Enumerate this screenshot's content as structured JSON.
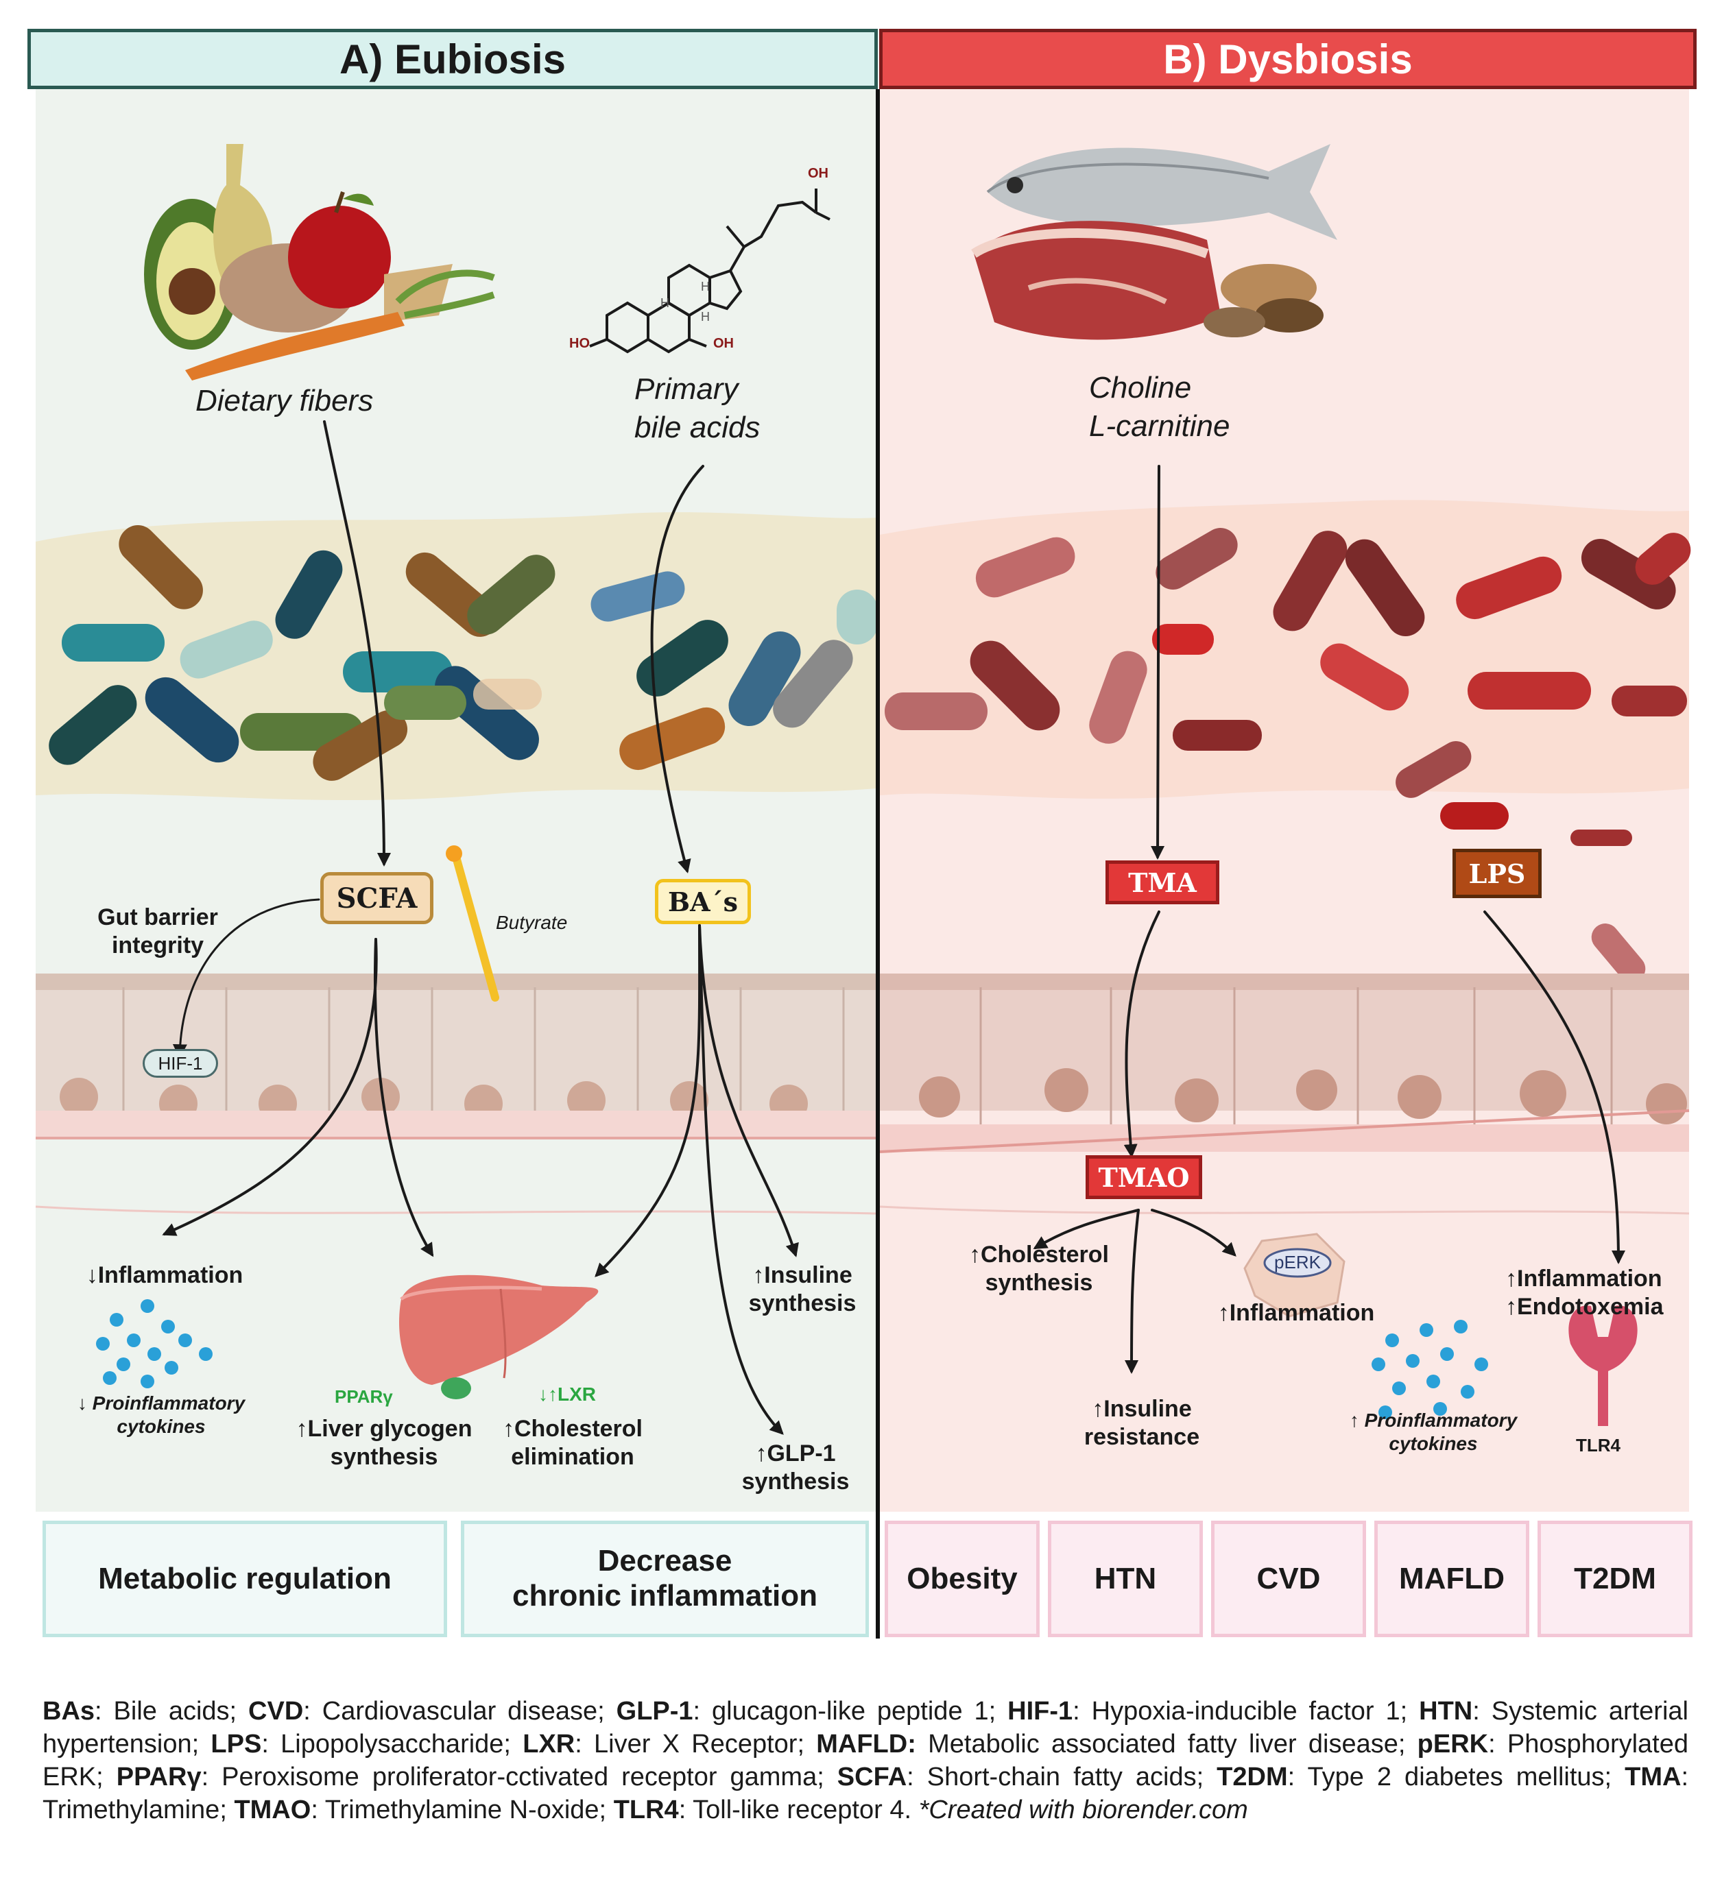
{
  "panels": {
    "left": {
      "title": "A) Eubiosis",
      "color": "#d9f1ee",
      "border": "#2a5a52"
    },
    "right": {
      "title": "B) Dysbiosis",
      "color": "#e84c4c",
      "border": "#7a1c1c"
    }
  },
  "eubiosis": {
    "sources": {
      "fibers": "Dietary fibers",
      "bile_line1": "Primary",
      "bile_line2": "bile acids"
    },
    "chem": {
      "oh_top": "OH",
      "ho_left": "HO",
      "oh_bottom": "OH",
      "h1": "H",
      "h2": "H",
      "h3": "H"
    },
    "scfa": "SCFA",
    "bas": "BA´s",
    "butyrate": "Butyrate",
    "gut_barrier_line1": "Gut barrier",
    "gut_barrier_line2": "integrity",
    "hif1": "HIF-1",
    "inflammation": "↓Inflammation",
    "proinflam_line1": "↓ Proinflammatory",
    "proinflam_line2": "cytokines",
    "ppar": "PPARγ",
    "liver_line1": "↑Liver glycogen",
    "liver_line2": "synthesis",
    "lxr": "↓↑LXR",
    "chol_line1": "↑Cholesterol",
    "chol_line2": "elimination",
    "insulin_line1": "↑Insuline",
    "insulin_line2": "synthesis",
    "glp_line1": "↑GLP-1",
    "glp_line2": "synthesis"
  },
  "dysbiosis": {
    "source_line1": "Choline",
    "source_line2": "L-carnitine",
    "tma": "TMA",
    "lps": "LPS",
    "tmao": "TMAO",
    "chol_line1": "↑Cholesterol",
    "chol_line2": "synthesis",
    "perk": "pERK",
    "inflammation": "↑Inflammation",
    "insulin_line1": "↑Insuline",
    "insulin_line2": "resistance",
    "proinflam_line1": "↑ Proinflammatory",
    "proinflam_line2": "cytokines",
    "inflam2": "↑Inflammation",
    "endotox": "↑Endotoxemia",
    "tlr4": "TLR4"
  },
  "outcomes": {
    "left": [
      "Metabolic regulation",
      "Decrease",
      "chronic inflammation"
    ],
    "right": [
      "Obesity",
      "HTN",
      "CVD",
      "MAFLD",
      "T2DM"
    ]
  },
  "legend": [
    {
      "abbr": "BAs",
      "def": ": Bile acids; "
    },
    {
      "abbr": "CVD",
      "def": ": Cardiovascular disease; "
    },
    {
      "abbr": "GLP-1",
      "def": ": glucagon-like peptide 1; "
    },
    {
      "abbr": "HIF-1",
      "def": ": Hypoxia-inducible factor 1; "
    },
    {
      "abbr": "HTN",
      "def": ": Systemic arterial hypertension; "
    },
    {
      "abbr": "LPS",
      "def": ": Lipopolysaccharide; "
    },
    {
      "abbr": "LXR",
      "def": ": Liver X Receptor; "
    },
    {
      "abbr": "MAFLD:",
      "def": " Metabolic associated fatty liver disease; "
    },
    {
      "abbr": "pERK",
      "def": ": Phosphorylated ERK; "
    },
    {
      "abbr": "PPARγ",
      "def": ": Peroxisome proliferator-cctivated receptor gamma; "
    },
    {
      "abbr": "SCFA",
      "def": ": Short-chain fatty acids; "
    },
    {
      "abbr": "T2DM",
      "def": ": Type 2 diabetes mellitus; "
    },
    {
      "abbr": "TMA",
      "def": ": Trimethylamine; "
    },
    {
      "abbr": "TMAO",
      "def": ": Trimethylamine N-oxide; "
    },
    {
      "abbr": "TLR4",
      "def": ": Toll-like receptor 4. "
    }
  ],
  "credit": "*Created with biorender.com"
}
